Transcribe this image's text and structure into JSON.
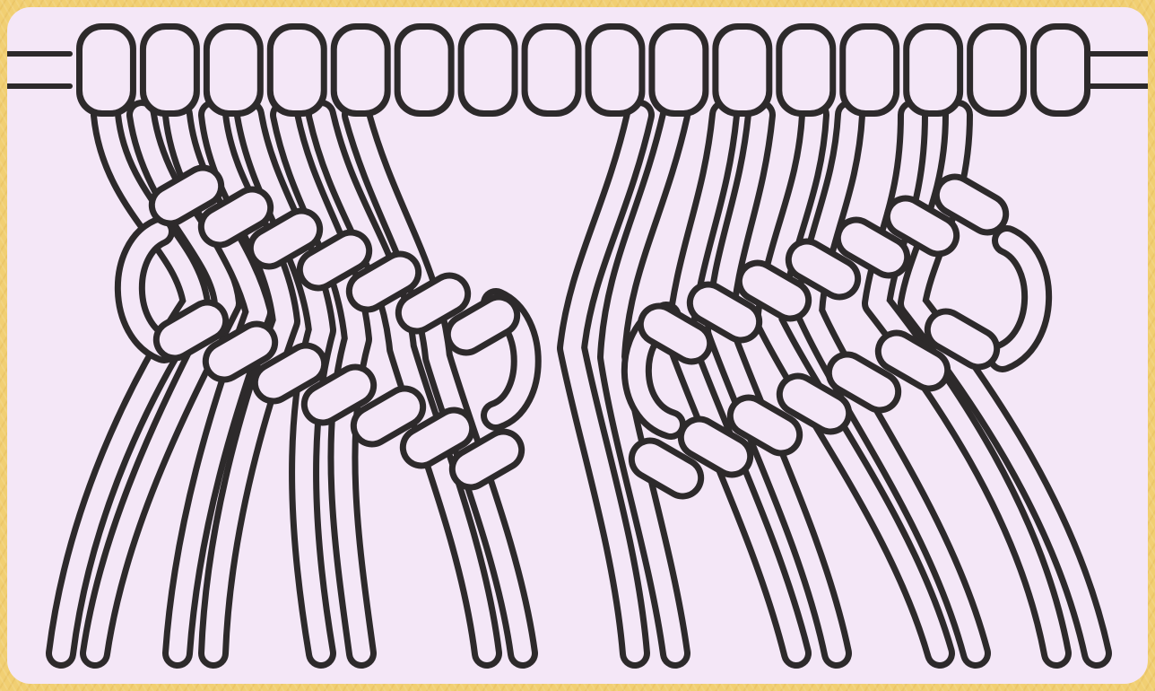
{
  "image": {
    "subject": "macrame-half-hitch-pattern",
    "colors": {
      "frame": "#f1cf72",
      "panel": "#f4e7f7",
      "line": "#2d2a2b"
    },
    "mounting_bar_bead_count": 16,
    "diagonal_knot_rows": 2,
    "knot_groups": 2,
    "hanging_cord_count": 16
  }
}
